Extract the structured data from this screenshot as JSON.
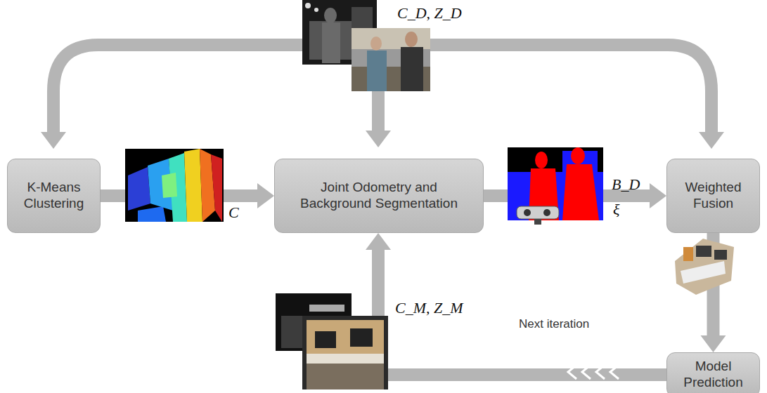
{
  "diagram": {
    "nodes": [
      {
        "text": [
          "K-Means Clustering"
        ]
      },
      {
        "text": [
          "Joint Odometry and Background Segmentation"
        ]
      },
      {
        "text": [
          "Weighted Fusion"
        ]
      },
      {
        "text": [
          "Model Prediction"
        ]
      }
    ],
    "edges": [
      {
        "from": 0,
        "to": 1,
        "arrow": "to"
      },
      {
        "from": 1,
        "to": 2,
        "arrow": "to"
      },
      {
        "from": 2,
        "to": 3,
        "arrow": "to"
      },
      {
        "from": 3,
        "to": 1,
        "arrow": "to",
        "label": "Next iteration"
      }
    ],
    "labels": [
      "C_D, Z_D",
      "C",
      "B_D",
      "ξ",
      "C_M, Z_M"
    ]
  }
}
